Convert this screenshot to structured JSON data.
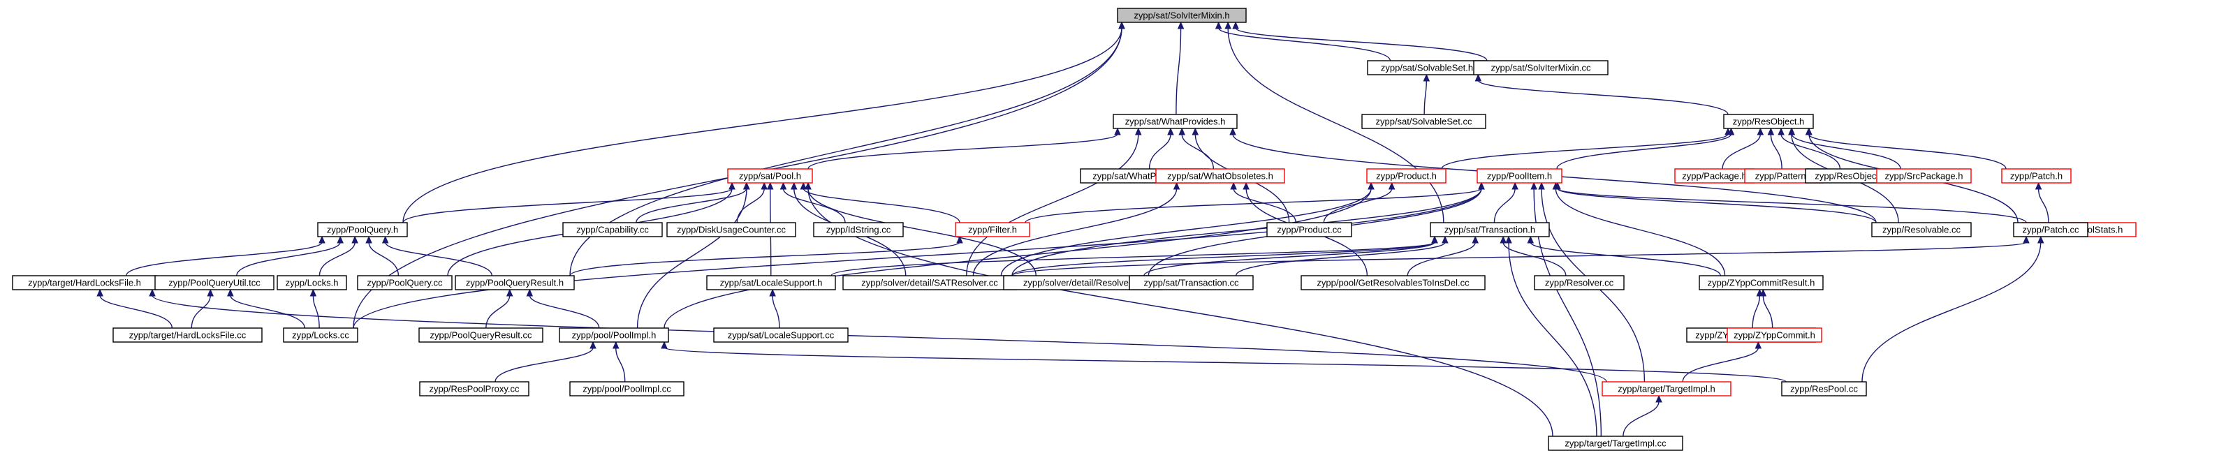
{
  "diagram": {
    "root": "n0",
    "nodes": [
      {
        "id": "n0",
        "label": "zypp/sat/SolvIterMixin.h",
        "style": "root"
      },
      {
        "id": "n1",
        "label": "zypp/sat/SolvableSet.h",
        "style": "normal"
      },
      {
        "id": "n2",
        "label": "zypp/sat/SolvIterMixin.cc",
        "style": "normal"
      },
      {
        "id": "n3",
        "label": "zypp/sat/WhatProvides.h",
        "style": "normal"
      },
      {
        "id": "n4",
        "label": "zypp/sat/SolvableSet.cc",
        "style": "normal"
      },
      {
        "id": "n5",
        "label": "zypp/ResObject.h",
        "style": "normal"
      },
      {
        "id": "n6",
        "label": "zypp/sat/Pool.h",
        "style": "red"
      },
      {
        "id": "n7",
        "label": "zypp/sat/WhatProvides.cc",
        "style": "normal"
      },
      {
        "id": "n8",
        "label": "zypp/sat/WhatObsoletes.h",
        "style": "red"
      },
      {
        "id": "n9",
        "label": "zypp/Product.h",
        "style": "red"
      },
      {
        "id": "n10",
        "label": "zypp/PoolItem.h",
        "style": "red"
      },
      {
        "id": "n11",
        "label": "zypp/Package.h",
        "style": "red"
      },
      {
        "id": "n12",
        "label": "zypp/Pattern.h",
        "style": "red"
      },
      {
        "id": "n13",
        "label": "zypp/ResObject.cc",
        "style": "normal"
      },
      {
        "id": "n14",
        "label": "zypp/SrcPackage.h",
        "style": "red"
      },
      {
        "id": "n15",
        "label": "zypp/Patch.h",
        "style": "red"
      },
      {
        "id": "n16",
        "label": "zypp/PoolQuery.h",
        "style": "normal"
      },
      {
        "id": "n17",
        "label": "zypp/Capability.cc",
        "style": "normal"
      },
      {
        "id": "n18",
        "label": "zypp/DiskUsageCounter.cc",
        "style": "normal"
      },
      {
        "id": "n19",
        "label": "zypp/IdString.cc",
        "style": "normal"
      },
      {
        "id": "n20",
        "label": "zypp/Filter.h",
        "style": "red"
      },
      {
        "id": "n21",
        "label": "zypp/Product.cc",
        "style": "normal"
      },
      {
        "id": "n22",
        "label": "zypp/sat/Transaction.h",
        "style": "normal"
      },
      {
        "id": "n23",
        "label": "zypp/Resolvable.cc",
        "style": "normal"
      },
      {
        "id": "n24",
        "label": "zypp/pool/PoolStats.h",
        "style": "red"
      },
      {
        "id": "n25",
        "label": "zypp/Patch.cc",
        "style": "normal"
      },
      {
        "id": "n26",
        "label": "zypp/target/HardLocksFile.h",
        "style": "normal"
      },
      {
        "id": "n27",
        "label": "zypp/PoolQueryUtil.tcc",
        "style": "normal"
      },
      {
        "id": "n28",
        "label": "zypp/Locks.h",
        "style": "normal"
      },
      {
        "id": "n29",
        "label": "zypp/PoolQuery.cc",
        "style": "normal"
      },
      {
        "id": "n30",
        "label": "zypp/PoolQueryResult.h",
        "style": "normal"
      },
      {
        "id": "n31",
        "label": "zypp/sat/LocaleSupport.h",
        "style": "normal"
      },
      {
        "id": "n32",
        "label": "zypp/solver/detail/SATResolver.cc",
        "style": "normal"
      },
      {
        "id": "n33",
        "label": "zypp/solver/detail/Resolver.cc",
        "style": "normal"
      },
      {
        "id": "n34",
        "label": "zypp/sat/Transaction.cc",
        "style": "normal"
      },
      {
        "id": "n35",
        "label": "zypp/pool/GetResolvablesToInsDel.cc",
        "style": "normal"
      },
      {
        "id": "n36",
        "label": "zypp/Resolver.cc",
        "style": "normal"
      },
      {
        "id": "n37",
        "label": "zypp/ZYppCommitResult.h",
        "style": "normal"
      },
      {
        "id": "n38",
        "label": "zypp/target/HardLocksFile.cc",
        "style": "normal"
      },
      {
        "id": "n39",
        "label": "zypp/Locks.cc",
        "style": "normal"
      },
      {
        "id": "n40",
        "label": "zypp/PoolQueryResult.cc",
        "style": "normal"
      },
      {
        "id": "n41",
        "label": "zypp/pool/PoolImpl.h",
        "style": "normal"
      },
      {
        "id": "n42",
        "label": "zypp/sat/LocaleSupport.cc",
        "style": "normal"
      },
      {
        "id": "n43",
        "label": "zypp/ZYppCommitResult.cc",
        "style": "normal"
      },
      {
        "id": "n44",
        "label": "zypp/ZYppCommit.h",
        "style": "red"
      },
      {
        "id": "n45",
        "label": "zypp/ResPoolProxy.cc",
        "style": "normal"
      },
      {
        "id": "n46",
        "label": "zypp/pool/PoolImpl.cc",
        "style": "normal"
      },
      {
        "id": "n47",
        "label": "zypp/target/TargetImpl.h",
        "style": "red"
      },
      {
        "id": "n48",
        "label": "zypp/ResPool.cc",
        "style": "normal"
      },
      {
        "id": "n49",
        "label": "zypp/target/TargetImpl.cc",
        "style": "normal"
      }
    ],
    "edges": [
      [
        "n0",
        "n1"
      ],
      [
        "n0",
        "n2"
      ],
      [
        "n0",
        "n3"
      ],
      [
        "n0",
        "n16"
      ],
      [
        "n0",
        "n30"
      ],
      [
        "n0",
        "n22"
      ],
      [
        "n0",
        "n39"
      ],
      [
        "n1",
        "n4"
      ],
      [
        "n1",
        "n5"
      ],
      [
        "n3",
        "n6"
      ],
      [
        "n3",
        "n7"
      ],
      [
        "n3",
        "n8"
      ],
      [
        "n3",
        "n21"
      ],
      [
        "n3",
        "n23"
      ],
      [
        "n3",
        "n32"
      ],
      [
        "n5",
        "n9"
      ],
      [
        "n5",
        "n10"
      ],
      [
        "n5",
        "n11"
      ],
      [
        "n5",
        "n12"
      ],
      [
        "n5",
        "n13"
      ],
      [
        "n5",
        "n14"
      ],
      [
        "n5",
        "n15"
      ],
      [
        "n5",
        "n23"
      ],
      [
        "n5",
        "n25"
      ],
      [
        "n6",
        "n16"
      ],
      [
        "n6",
        "n17"
      ],
      [
        "n6",
        "n18"
      ],
      [
        "n6",
        "n19"
      ],
      [
        "n6",
        "n20"
      ],
      [
        "n6",
        "n29"
      ],
      [
        "n6",
        "n33"
      ],
      [
        "n6",
        "n41"
      ],
      [
        "n6",
        "n49"
      ],
      [
        "n6",
        "n31"
      ],
      [
        "n6",
        "n32"
      ],
      [
        "n8",
        "n21"
      ],
      [
        "n8",
        "n32"
      ],
      [
        "n8",
        "n35"
      ],
      [
        "n9",
        "n21"
      ],
      [
        "n9",
        "n32"
      ],
      [
        "n9",
        "n41"
      ],
      [
        "n10",
        "n20"
      ],
      [
        "n10",
        "n22"
      ],
      [
        "n10",
        "n23"
      ],
      [
        "n10",
        "n24"
      ],
      [
        "n10",
        "n37"
      ],
      [
        "n10",
        "n47"
      ],
      [
        "n10",
        "n49"
      ],
      [
        "n10",
        "n32"
      ],
      [
        "n10",
        "n33"
      ],
      [
        "n10",
        "n39"
      ],
      [
        "n15",
        "n25"
      ],
      [
        "n16",
        "n26"
      ],
      [
        "n16",
        "n27"
      ],
      [
        "n16",
        "n28"
      ],
      [
        "n16",
        "n29"
      ],
      [
        "n16",
        "n30"
      ],
      [
        "n20",
        "n30"
      ],
      [
        "n22",
        "n31"
      ],
      [
        "n22",
        "n32"
      ],
      [
        "n22",
        "n33"
      ],
      [
        "n22",
        "n34"
      ],
      [
        "n22",
        "n35"
      ],
      [
        "n22",
        "n36"
      ],
      [
        "n22",
        "n37"
      ],
      [
        "n22",
        "n49"
      ],
      [
        "n24",
        "n32"
      ],
      [
        "n24",
        "n48"
      ],
      [
        "n26",
        "n38"
      ],
      [
        "n26",
        "n47"
      ],
      [
        "n27",
        "n38"
      ],
      [
        "n27",
        "n39"
      ],
      [
        "n28",
        "n39"
      ],
      [
        "n30",
        "n40"
      ],
      [
        "n30",
        "n41"
      ],
      [
        "n31",
        "n42"
      ],
      [
        "n37",
        "n43"
      ],
      [
        "n37",
        "n44"
      ],
      [
        "n41",
        "n45"
      ],
      [
        "n41",
        "n46"
      ],
      [
        "n41",
        "n48"
      ],
      [
        "n44",
        "n47"
      ],
      [
        "n47",
        "n49"
      ]
    ]
  }
}
